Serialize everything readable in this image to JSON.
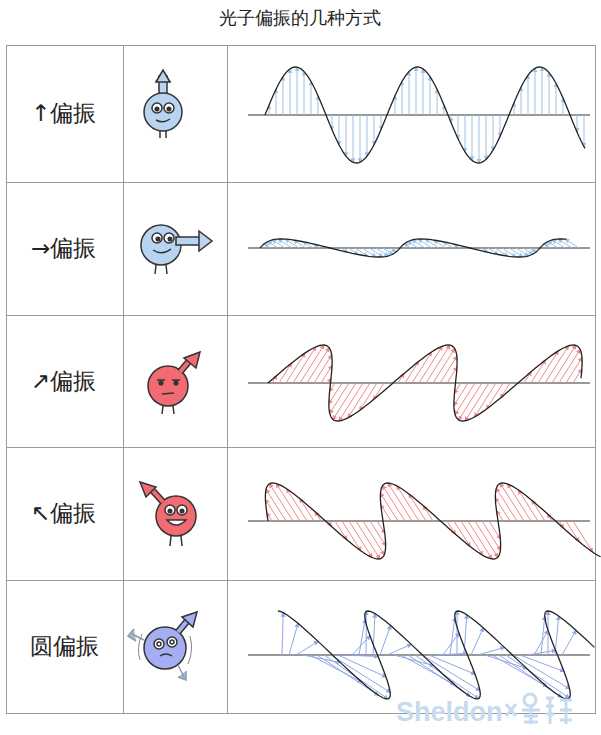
{
  "diagram": {
    "title": "光子偏振的几种方式",
    "labels": [
      "↑偏振",
      "→偏振",
      "↗偏振",
      "↖偏振",
      "圆偏振",
      "Sheldon"
    ]
  }
}
